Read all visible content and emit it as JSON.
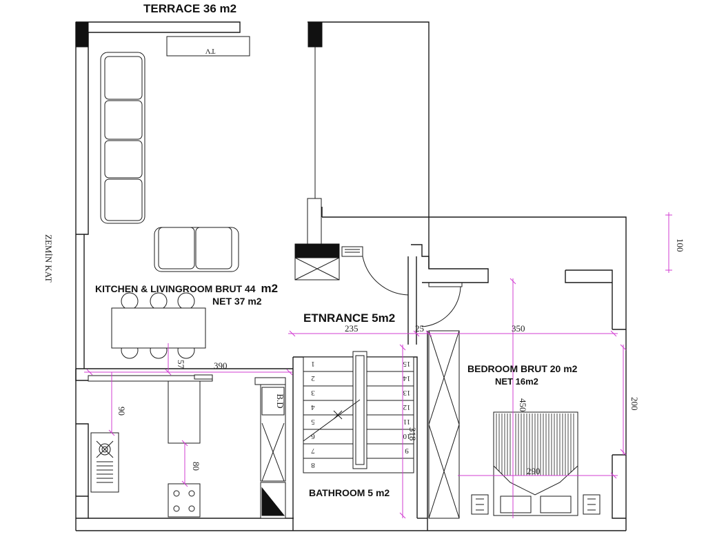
{
  "rooms": {
    "terrace": "TERRACE 36 m2",
    "kitchen_brut": "KITCHEN & LIVINGROOM BRUT 44",
    "kitchen_brut_unit": "m2",
    "kitchen_net": "NET 37 m2",
    "entrance": "ETNRANCE 5m2",
    "bedroom_brut": "BEDROOM BRUT 20 m2",
    "bedroom_net": "NET 16m2",
    "bathroom": "BATHROOM 5 m2"
  },
  "labels": {
    "tv": "TV",
    "floor_name": "ZEMİN KAT",
    "bd": "B.D"
  },
  "dimensions": {
    "d390": "390",
    "d57": "57",
    "d90": "90",
    "d80": "80",
    "d235": "235",
    "d25": "25",
    "d350": "350",
    "d450": "450",
    "d200": "200",
    "d290": "290",
    "d100": "100",
    "d318": "318"
  },
  "stairs": {
    "left_numbers": [
      "1",
      "2",
      "3",
      "4",
      "5",
      "6",
      "7",
      "8"
    ],
    "right_numbers": [
      "15",
      "14",
      "13",
      "12",
      "11",
      "10",
      "9"
    ]
  },
  "colors": {
    "dimension": "#d23cd2",
    "walls": "#1a1a1a"
  }
}
